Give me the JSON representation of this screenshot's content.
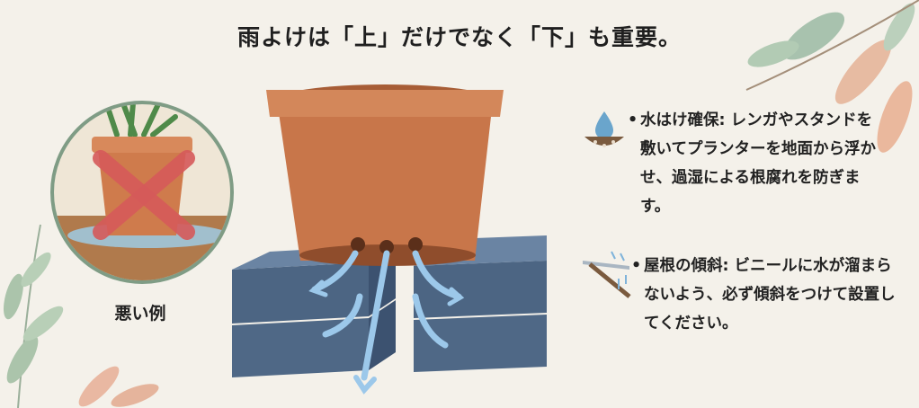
{
  "title": "雨よけは「上」だけでなく「下」も重要。",
  "bad_example": {
    "label": "悪い例"
  },
  "tips": [
    {
      "icon": "water-drop-on-soil-icon",
      "text": "水はけ確保: レンガやスタンドを敷いてプランターを地面から浮かせ、過湿による根腐れを防ぎます。"
    },
    {
      "icon": "sloped-roof-rain-icon",
      "text": "屋根の傾斜: ビニールに水が溜まらないよう、必ず傾斜をつけて設置してください。"
    }
  ],
  "colors": {
    "pot": "#c8764a",
    "brick": "#4e6684",
    "water": "#8fc0e4",
    "cross": "#d65a5a"
  }
}
